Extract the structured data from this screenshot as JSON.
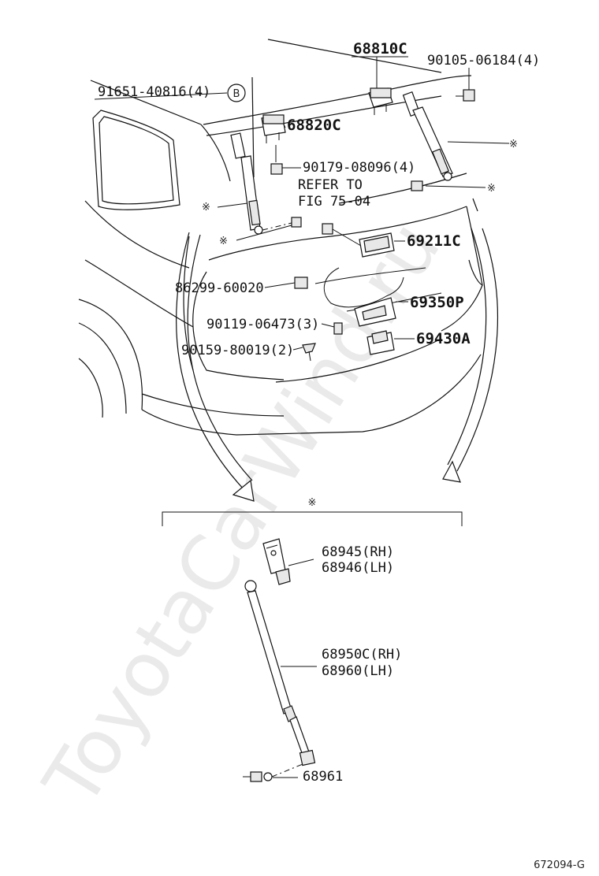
{
  "watermark": "ToyotaCarWind.ru",
  "figure_code": "672094-G",
  "mark_symbol": "※",
  "callout_b": "B",
  "labels": {
    "p68810c": "68810C",
    "p90105": "90105-06184(4)",
    "p91651": "91651-40816(4)",
    "p68820c": "68820C",
    "p90179": "90179-08096(4)",
    "refer1": "REFER TO",
    "refer2": "FIG 75-04",
    "p69211c": "69211C",
    "p86299": "86299-60020",
    "p69350p": "69350P",
    "p90119": "90119-06473(3)",
    "p69430a": "69430A",
    "p90159": "90159-80019(2)",
    "p68945": "68945(RH)",
    "p68946": "68946(LH)",
    "p68950c": "68950C(RH)",
    "p68960": "68960(LH)",
    "p68961": "68961"
  }
}
